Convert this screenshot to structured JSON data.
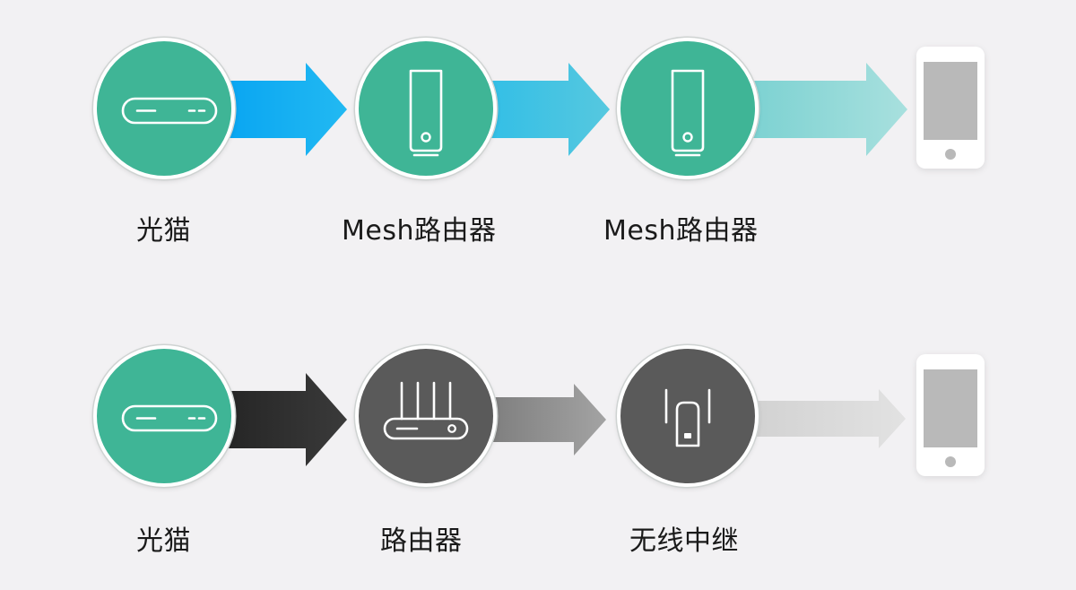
{
  "rows": {
    "mesh": {
      "labels": [
        "光猫",
        "Mesh路由器",
        "Mesh路由器"
      ],
      "node_colors": [
        "#3fb596",
        "#3fb596",
        "#3fb596"
      ],
      "arrow_colors": [
        "#0fb0f5",
        "#3cc1e4",
        "#8ad8d8"
      ]
    },
    "repeater": {
      "labels": [
        "光猫",
        "路由器",
        "无线中继"
      ],
      "node_colors": [
        "#3fb596",
        "#5a5a5a",
        "#5a5a5a"
      ],
      "arrow_colors": [
        "#2b2b2b",
        "#8c8c8c",
        "#d9d9d9"
      ]
    }
  },
  "icons": {
    "row1": [
      "modem-icon",
      "mesh-router-icon",
      "mesh-router-icon",
      "smartphone-icon"
    ],
    "row2": [
      "modem-icon",
      "router-antennas-icon",
      "wifi-repeater-icon",
      "smartphone-icon"
    ]
  }
}
